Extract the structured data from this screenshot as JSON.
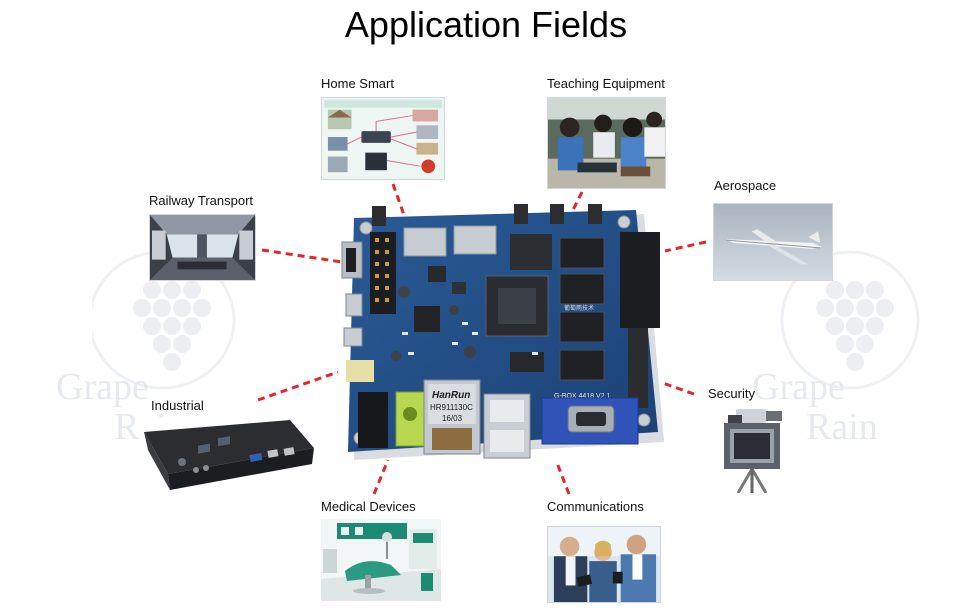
{
  "title": "Application Fields",
  "watermark": {
    "line1": "Grape",
    "line2": "Rain"
  },
  "fields": [
    {
      "id": "home-smart",
      "label": "Home Smart"
    },
    {
      "id": "teaching-equipment",
      "label": "Teaching Equipment"
    },
    {
      "id": "railway-transport",
      "label": "Railway Transport"
    },
    {
      "id": "aerospace",
      "label": "Aerospace"
    },
    {
      "id": "industrial",
      "label": "Industrial"
    },
    {
      "id": "security",
      "label": "Security"
    },
    {
      "id": "medical-devices",
      "label": "Medical Devices"
    },
    {
      "id": "communications",
      "label": "Communications"
    }
  ],
  "board": {
    "ethernet_brand": "HanRun",
    "ethernet_part": "HR911130C",
    "ethernet_date": "16/03",
    "model": "G-BOX 4418 V2.1",
    "silk": "葡萄雨技术"
  },
  "colors": {
    "connector": "#e5252b",
    "pcb": "#1f4c84"
  }
}
